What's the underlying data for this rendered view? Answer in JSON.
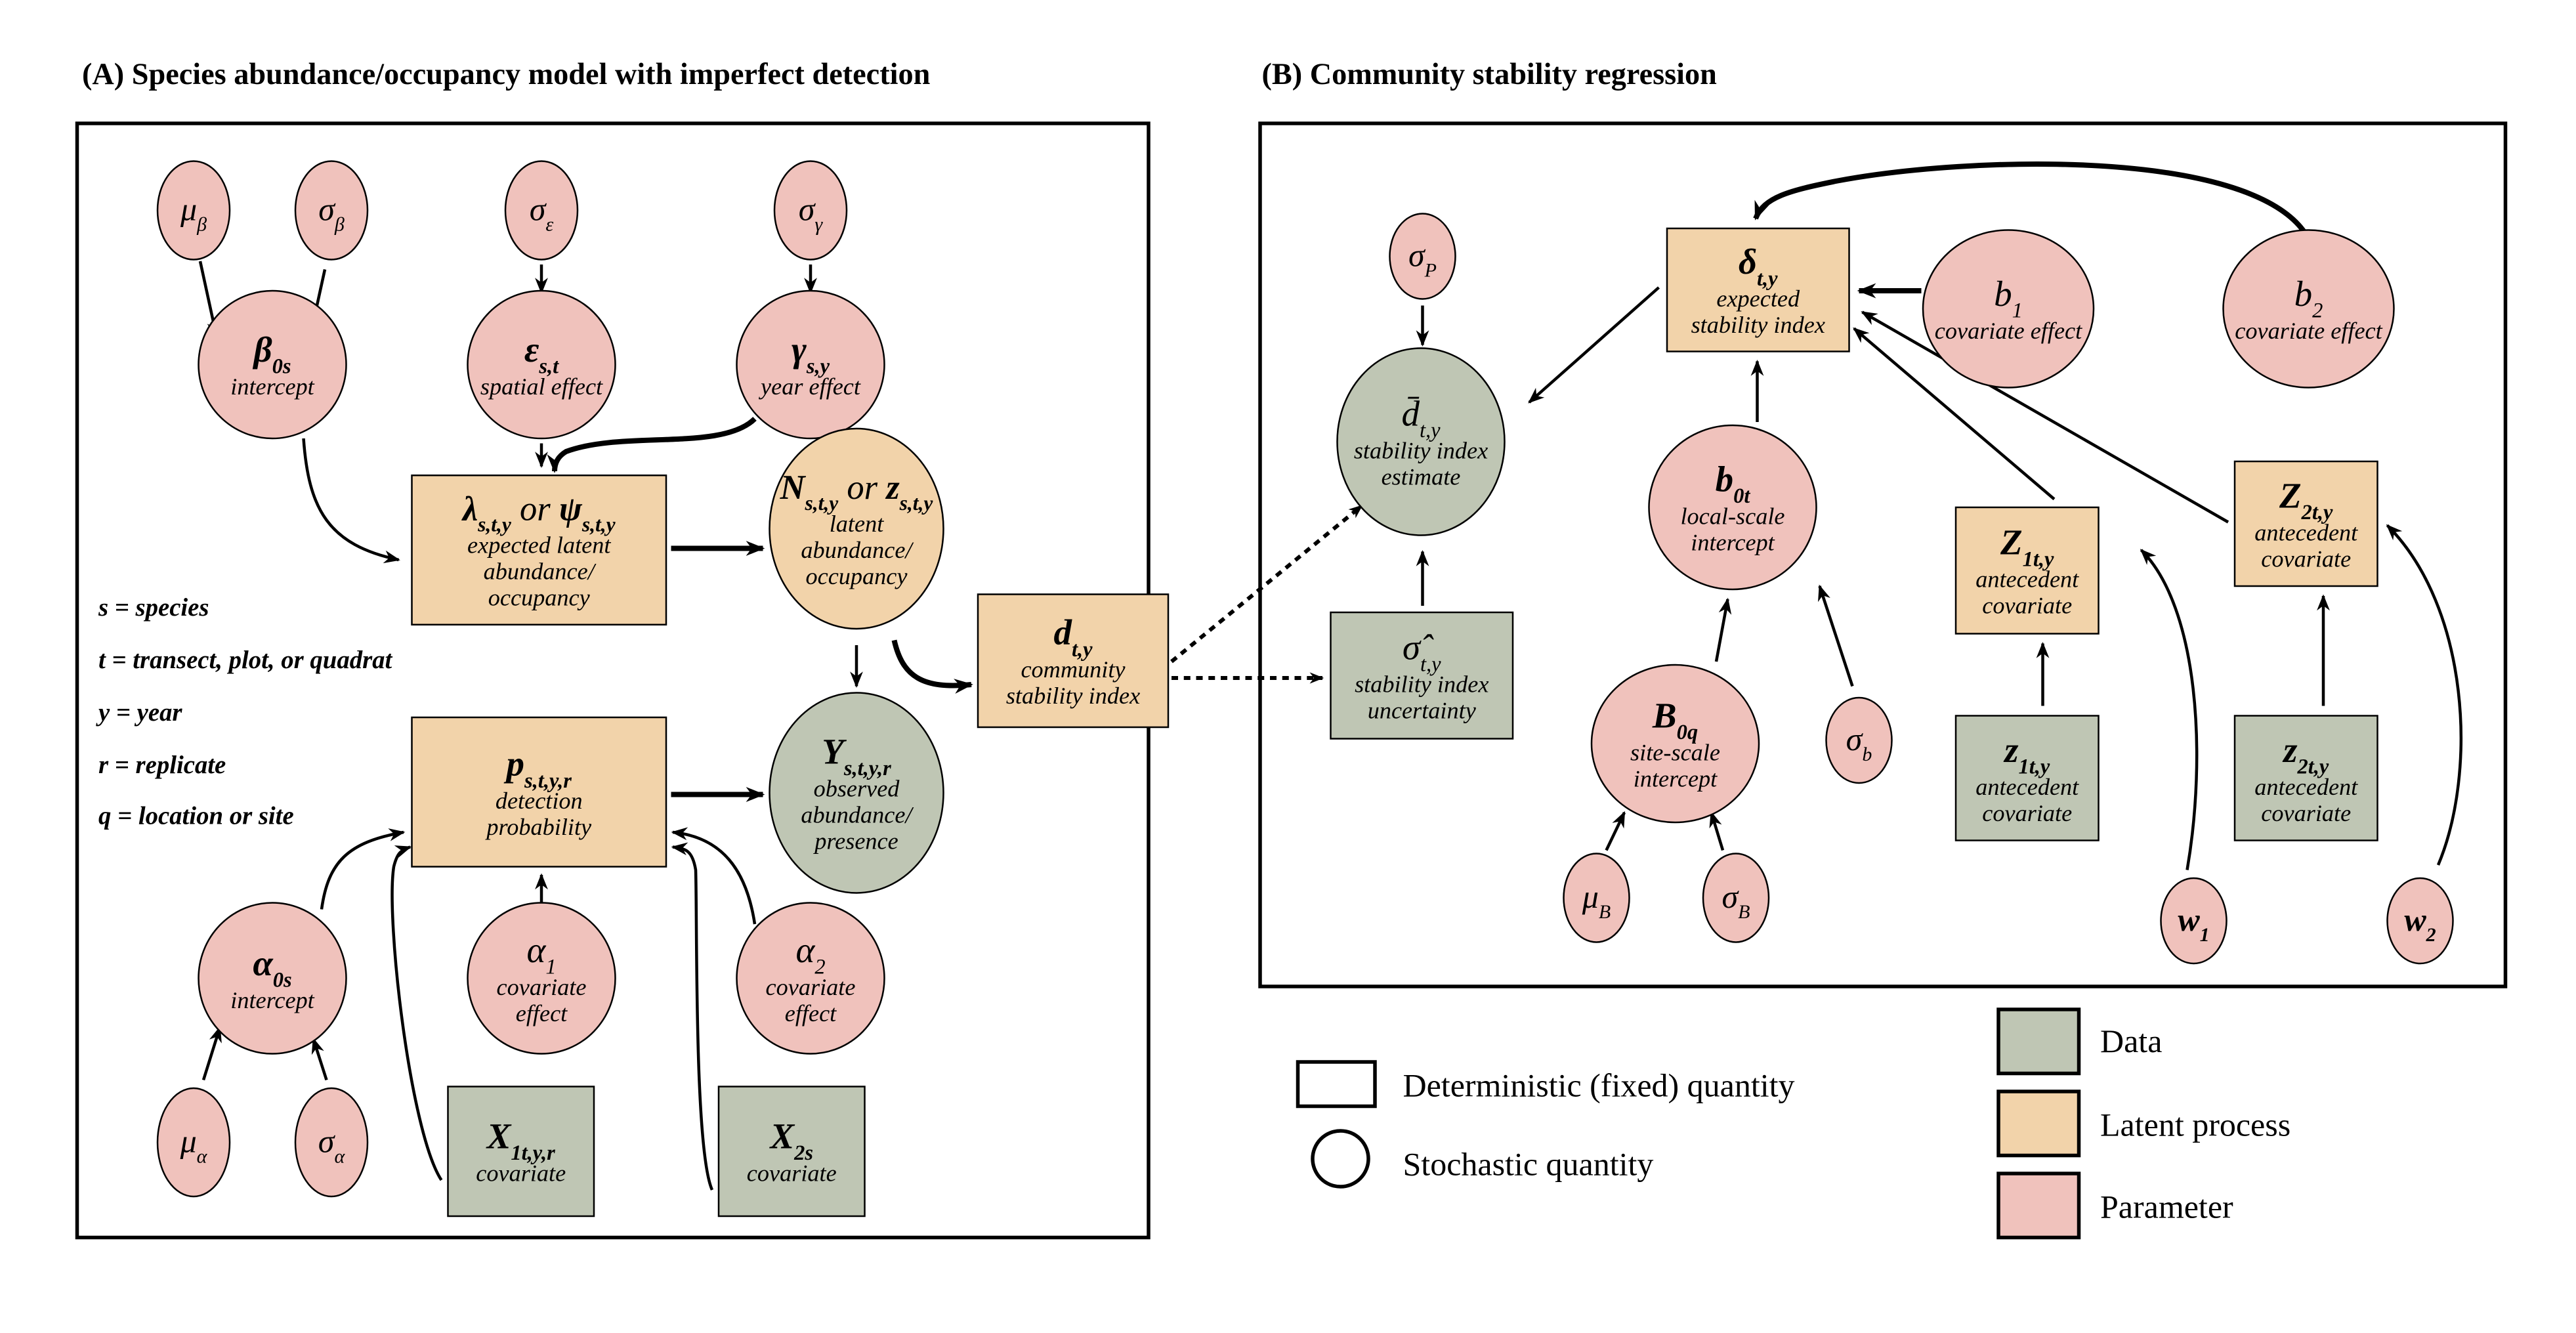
{
  "colors": {
    "data": "#bfc6b4",
    "latent": "#f2d3aa",
    "parameter": "#f0c2bc",
    "stroke": "#000000",
    "background": "#ffffff"
  },
  "panel_a": {
    "title": "(A) Species abundance/occupancy model with imperfect detection",
    "nodes": {
      "mu_beta": {
        "symbol": "μ",
        "sub": "β",
        "shape": "ellipse",
        "kind": "parameter"
      },
      "sigma_beta": {
        "symbol": "σ",
        "sub": "β",
        "shape": "ellipse",
        "kind": "parameter"
      },
      "sigma_eps": {
        "symbol": "σ",
        "sub": "ε",
        "shape": "ellipse",
        "kind": "parameter"
      },
      "sigma_gam": {
        "symbol": "σ",
        "sub": "γ",
        "shape": "ellipse",
        "kind": "parameter"
      },
      "beta0": {
        "symbol": "β",
        "sub": "0s",
        "desc": [
          "intercept"
        ],
        "shape": "ellipse",
        "kind": "parameter"
      },
      "eps": {
        "symbol": "ε",
        "sub": "s,t",
        "desc": [
          "spatial effect"
        ],
        "shape": "ellipse",
        "kind": "parameter"
      },
      "gam": {
        "symbol": "γ",
        "sub": "s,y",
        "desc": [
          "year effect"
        ],
        "shape": "ellipse",
        "kind": "parameter"
      },
      "lambda": {
        "symbol": "λ",
        "sub": "s,t,y",
        "or": "or",
        "symbol2": "ψ",
        "sub2": "s,t,y",
        "desc": [
          "expected latent",
          "abundance/",
          "occupancy"
        ],
        "shape": "rect",
        "kind": "latent"
      },
      "N": {
        "symbol": "N",
        "sub": "s,t,y",
        "or": "or",
        "symbol2": "z",
        "sub2": "s,t,y",
        "desc": [
          "latent",
          "abundance/",
          "occupancy"
        ],
        "shape": "ellipse",
        "kind": "latent"
      },
      "d": {
        "symbol": "d",
        "sub": "t,y",
        "desc": [
          "community",
          "stability index"
        ],
        "shape": "rect",
        "kind": "latent"
      },
      "p": {
        "symbol": "p",
        "sub": "s,t,y,r",
        "desc": [
          "detection",
          "probability"
        ],
        "shape": "rect",
        "kind": "latent"
      },
      "Y": {
        "symbol": "Y",
        "sub": "s,t,y,r",
        "desc": [
          "observed",
          "abundance/",
          "presence"
        ],
        "shape": "ellipse",
        "kind": "data"
      },
      "alpha0": {
        "symbol": "α",
        "sub": "0s",
        "desc": [
          "intercept"
        ],
        "shape": "ellipse",
        "kind": "parameter"
      },
      "alpha1": {
        "symbol": "α",
        "sub": "1",
        "desc": [
          "covariate",
          "effect"
        ],
        "shape": "ellipse",
        "kind": "parameter"
      },
      "alpha2": {
        "symbol": "α",
        "sub": "2",
        "desc": [
          "covariate",
          "effect"
        ],
        "shape": "ellipse",
        "kind": "parameter"
      },
      "mu_alpha": {
        "symbol": "μ",
        "sub": "α",
        "shape": "ellipse",
        "kind": "parameter"
      },
      "sigma_alpha": {
        "symbol": "σ",
        "sub": "α",
        "shape": "ellipse",
        "kind": "parameter"
      },
      "X1": {
        "symbol": "X",
        "sub": "1t,y,r",
        "desc": [
          "covariate"
        ],
        "shape": "rect",
        "kind": "data"
      },
      "X2": {
        "symbol": "X",
        "sub": "2s",
        "desc": [
          "covariate"
        ],
        "shape": "rect",
        "kind": "data"
      }
    },
    "notation": [
      "s = species",
      "t = transect, plot, or quadrat",
      "y = year",
      "r = replicate",
      "q = location or site"
    ]
  },
  "panel_b": {
    "title": "(B) Community stability regression",
    "nodes": {
      "sigma_P": {
        "symbol": "σ",
        "sub": "P",
        "shape": "ellipse",
        "kind": "parameter"
      },
      "delta": {
        "symbol": "δ",
        "sub": "t,y",
        "desc": [
          "expected",
          "stability index"
        ],
        "shape": "rect",
        "kind": "latent"
      },
      "b1": {
        "symbol": "b",
        "sub": "1",
        "desc": [
          "covariate effect"
        ],
        "shape": "ellipse",
        "kind": "parameter"
      },
      "b2": {
        "symbol": "b",
        "sub": "2",
        "desc": [
          "covariate effect"
        ],
        "shape": "ellipse",
        "kind": "parameter"
      },
      "dbar": {
        "symbol": "d̄",
        "sub": "t,y",
        "desc": [
          "stability index",
          "estimate"
        ],
        "shape": "ellipse",
        "kind": "data"
      },
      "sigmahat": {
        "symbol": "σ̂",
        "sub": "t,y",
        "desc": [
          "stability index",
          "uncertainty"
        ],
        "shape": "rect",
        "kind": "data"
      },
      "b0t": {
        "symbol": "b",
        "sub": "0t",
        "desc": [
          "local-scale",
          "intercept"
        ],
        "shape": "ellipse",
        "kind": "parameter"
      },
      "B0q": {
        "symbol": "B",
        "sub": "0q",
        "desc": [
          "site-scale",
          "intercept"
        ],
        "shape": "ellipse",
        "kind": "parameter"
      },
      "sigma_b": {
        "symbol": "σ",
        "sub": "b",
        "shape": "ellipse",
        "kind": "parameter"
      },
      "mu_B": {
        "symbol": "μ",
        "sub": "B",
        "shape": "ellipse",
        "kind": "parameter"
      },
      "sigma_B": {
        "symbol": "σ",
        "sub": "B",
        "shape": "ellipse",
        "kind": "parameter"
      },
      "Z1": {
        "symbol": "Z",
        "sub": "1t,y",
        "desc": [
          "antecedent",
          "covariate"
        ],
        "shape": "rect",
        "kind": "latent"
      },
      "Z2": {
        "symbol": "Z",
        "sub": "2t,y",
        "desc": [
          "antecedent",
          "covariate"
        ],
        "shape": "rect",
        "kind": "latent"
      },
      "z1": {
        "symbol": "z",
        "sub": "1t,y",
        "desc": [
          "antecedent",
          "covariate"
        ],
        "shape": "rect",
        "kind": "data"
      },
      "z2": {
        "symbol": "z",
        "sub": "2t,y",
        "desc": [
          "antecedent",
          "covariate"
        ],
        "shape": "rect",
        "kind": "data"
      },
      "w1": {
        "symbol": "w",
        "sub": "1",
        "shape": "ellipse",
        "kind": "parameter"
      },
      "w2": {
        "symbol": "w",
        "sub": "2",
        "shape": "ellipse",
        "kind": "parameter"
      }
    }
  },
  "edges": [
    {
      "from": "mu_beta",
      "to": "beta0",
      "style": "solid"
    },
    {
      "from": "sigma_beta",
      "to": "beta0",
      "style": "solid"
    },
    {
      "from": "sigma_eps",
      "to": "eps",
      "style": "solid"
    },
    {
      "from": "sigma_gam",
      "to": "gam",
      "style": "solid"
    },
    {
      "from": "beta0",
      "to": "lambda",
      "style": "solid"
    },
    {
      "from": "eps",
      "to": "lambda",
      "style": "solid"
    },
    {
      "from": "gam",
      "to": "lambda",
      "style": "thick"
    },
    {
      "from": "lambda",
      "to": "N",
      "style": "thick"
    },
    {
      "from": "N",
      "to": "Y",
      "style": "solid"
    },
    {
      "from": "N",
      "to": "d",
      "style": "thick"
    },
    {
      "from": "p",
      "to": "Y",
      "style": "thick"
    },
    {
      "from": "alpha0",
      "to": "p",
      "style": "solid"
    },
    {
      "from": "alpha1",
      "to": "p",
      "style": "solid"
    },
    {
      "from": "alpha2",
      "to": "p",
      "style": "solid"
    },
    {
      "from": "X1",
      "to": "p",
      "style": "solid"
    },
    {
      "from": "X2",
      "to": "p",
      "style": "solid"
    },
    {
      "from": "mu_alpha",
      "to": "alpha0",
      "style": "solid"
    },
    {
      "from": "sigma_alpha",
      "to": "alpha0",
      "style": "solid"
    },
    {
      "from": "d",
      "to": "dbar",
      "style": "dotted"
    },
    {
      "from": "d",
      "to": "sigmahat",
      "style": "dotted"
    },
    {
      "from": "sigma_P",
      "to": "dbar",
      "style": "solid"
    },
    {
      "from": "sigmahat",
      "to": "dbar",
      "style": "solid"
    },
    {
      "from": "delta",
      "to": "dbar",
      "style": "solid"
    },
    {
      "from": "b1",
      "to": "delta",
      "style": "thick"
    },
    {
      "from": "b2",
      "to": "delta",
      "style": "thick"
    },
    {
      "from": "b0t",
      "to": "delta",
      "style": "solid"
    },
    {
      "from": "Z1",
      "to": "delta",
      "style": "solid"
    },
    {
      "from": "Z2",
      "to": "delta",
      "style": "solid"
    },
    {
      "from": "B0q",
      "to": "b0t",
      "style": "solid"
    },
    {
      "from": "sigma_b",
      "to": "b0t",
      "style": "solid"
    },
    {
      "from": "mu_B",
      "to": "B0q",
      "style": "solid"
    },
    {
      "from": "sigma_B",
      "to": "B0q",
      "style": "solid"
    },
    {
      "from": "z1",
      "to": "Z1",
      "style": "solid"
    },
    {
      "from": "z2",
      "to": "Z2",
      "style": "solid"
    },
    {
      "from": "w1",
      "to": "Z1",
      "style": "solid"
    },
    {
      "from": "w2",
      "to": "Z2",
      "style": "solid"
    }
  ],
  "legend": {
    "shapes": [
      {
        "label": "Deterministic (fixed) quantity",
        "shape": "rect"
      },
      {
        "label": "Stochastic quantity",
        "shape": "circle"
      }
    ],
    "colors": [
      {
        "label": "Data",
        "kind": "data"
      },
      {
        "label": "Latent process",
        "kind": "latent"
      },
      {
        "label": "Parameter",
        "kind": "parameter"
      }
    ]
  }
}
